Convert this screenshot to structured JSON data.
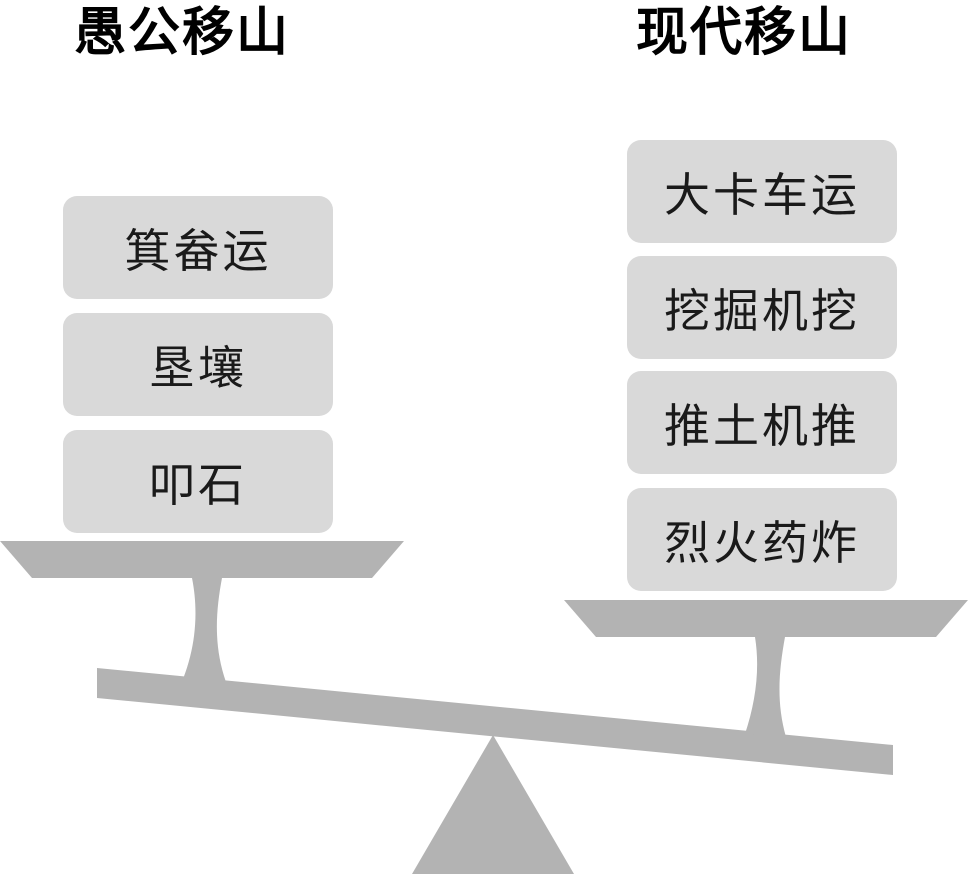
{
  "left": {
    "title": "愚公移山",
    "items": [
      "箕畚运",
      "垦壤",
      "叩石"
    ]
  },
  "right": {
    "title": "现代移山",
    "items": [
      "大卡车运",
      "挖掘机挖",
      "推土机推",
      "烈火药炸"
    ]
  },
  "colors": {
    "scale": "#b3b3b3",
    "box": "#d9d9d9",
    "text": "#1a1a1a",
    "title": "#000000"
  }
}
